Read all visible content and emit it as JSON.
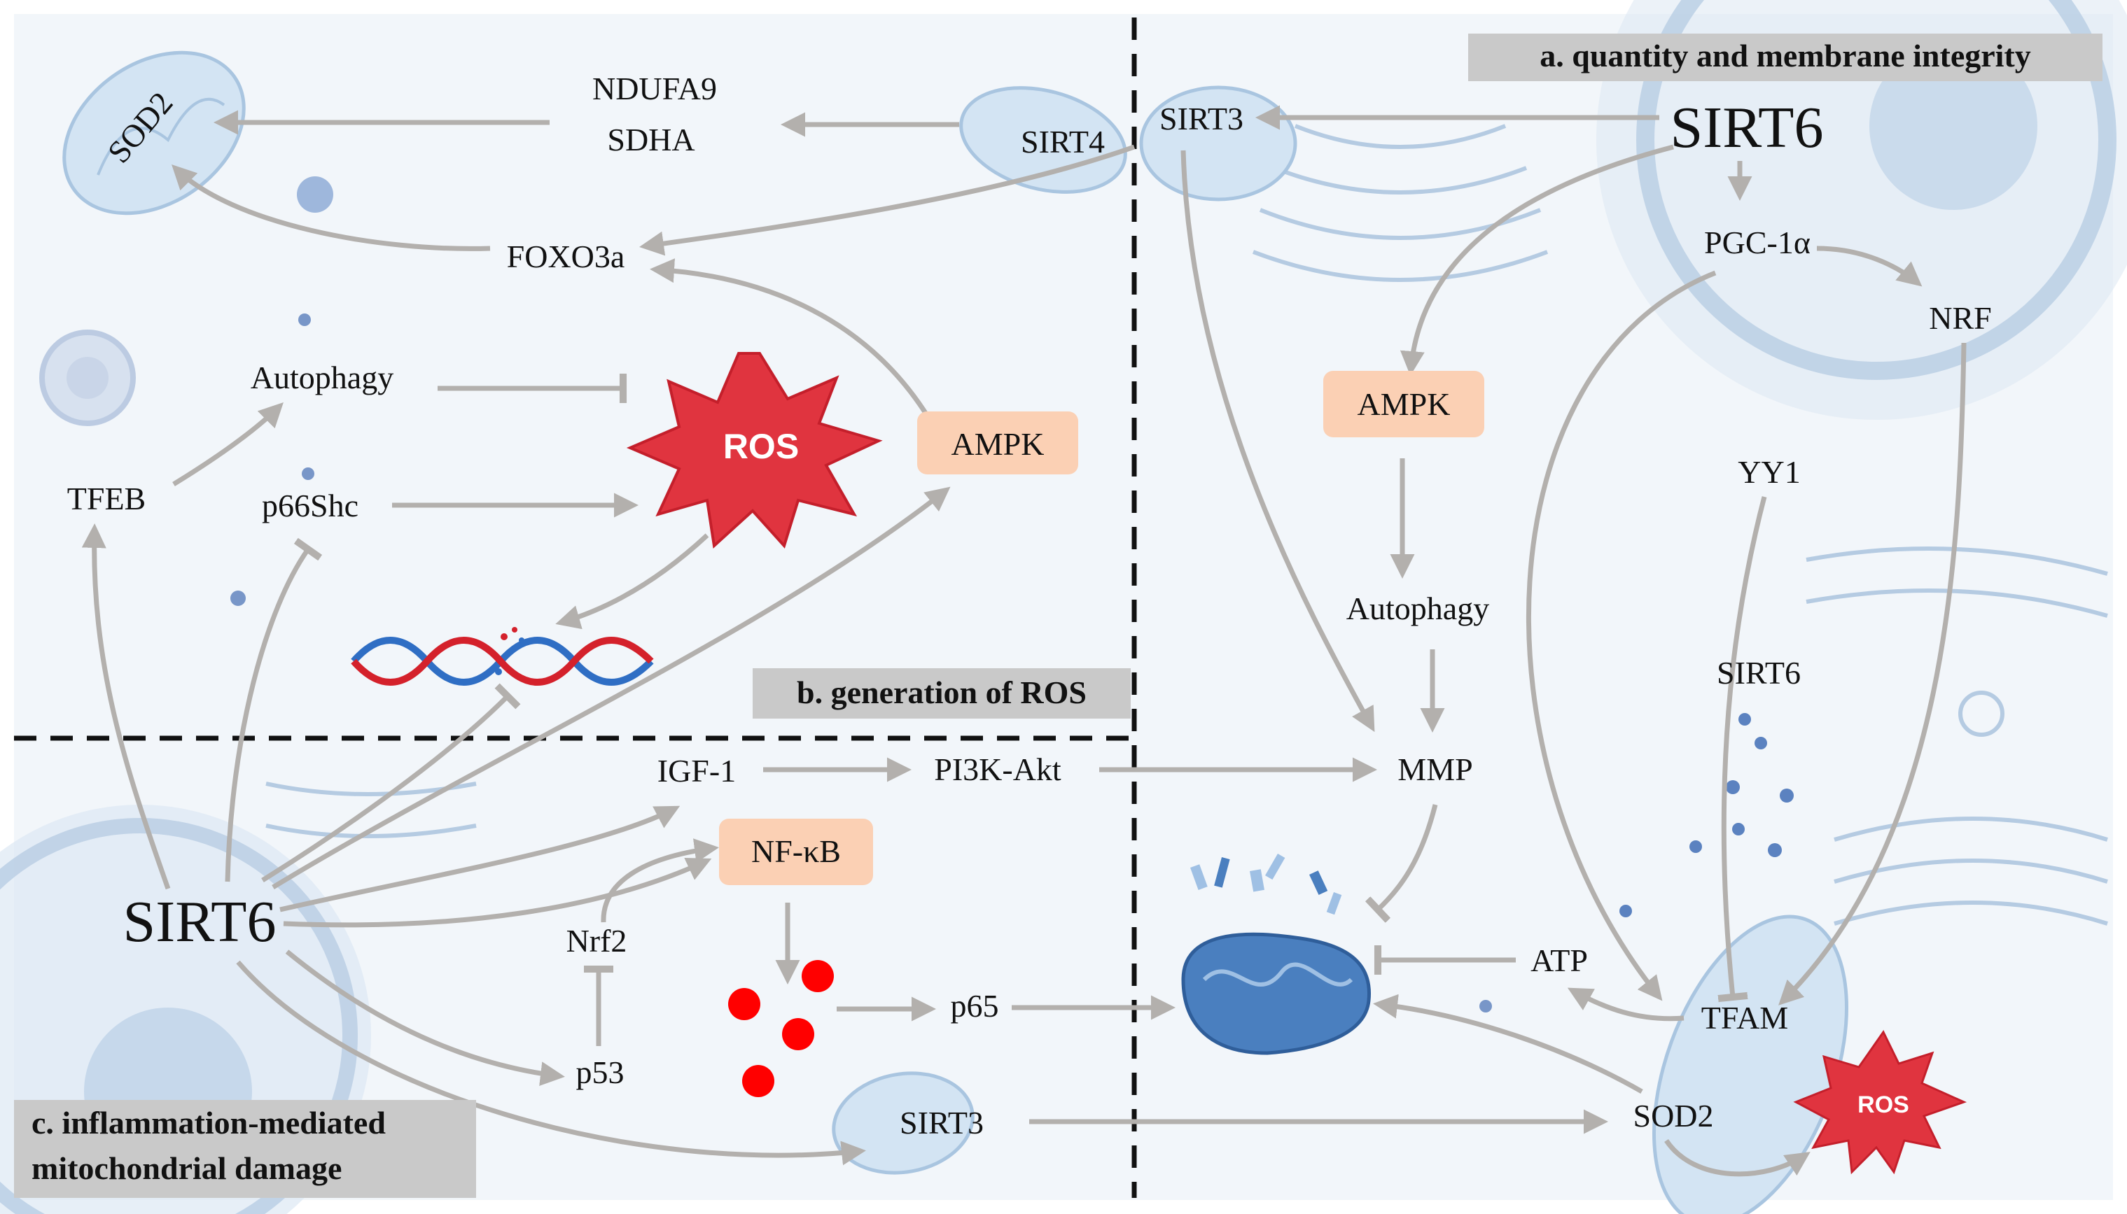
{
  "panels": {
    "a_title": "a. quantity and membrane integrity",
    "b_title": "b. generation of ROS",
    "c_title_line1": "c. inflammation-mediated",
    "c_title_line2": "mitochondrial damage"
  },
  "nodes": {
    "sirt6_main_a": "SIRT6",
    "sirt3_a": "SIRT3",
    "sirt4": "SIRT4",
    "ndufa9": "NDUFA9",
    "sdha": "SDHA",
    "sod2_top": "SOD2",
    "foxo3a": "FOXO3a",
    "autophagy_b": "Autophagy",
    "tfeb": "TFEB",
    "p66shc": "p66Shc",
    "ros_b": "ROS",
    "ampk_b": "AMPK",
    "pgc1a": "PGC-1α",
    "nrf": "NRF",
    "ampk_a": "AMPK",
    "yy1": "YY1",
    "autophagy_a": "Autophagy",
    "sirt6_small": "SIRT6",
    "mmp": "MMP",
    "atp": "ATP",
    "tfam": "TFAM",
    "sod2_bottom": "SOD2",
    "ros_a": "ROS",
    "igf1": "IGF-1",
    "pi3k": "PI3K-Akt",
    "nfkb": "NF-κB",
    "nrf2": "Nrf2",
    "p65": "p65",
    "p53": "p53",
    "sirt3_c": "SIRT3",
    "sirt6_main_c": "SIRT6"
  },
  "colors": {
    "arrow": "#b3b0ad",
    "box": "#fbd0b4",
    "ros": "#e0343f",
    "dots": "#ff0000",
    "background": "#f2f6fa"
  }
}
